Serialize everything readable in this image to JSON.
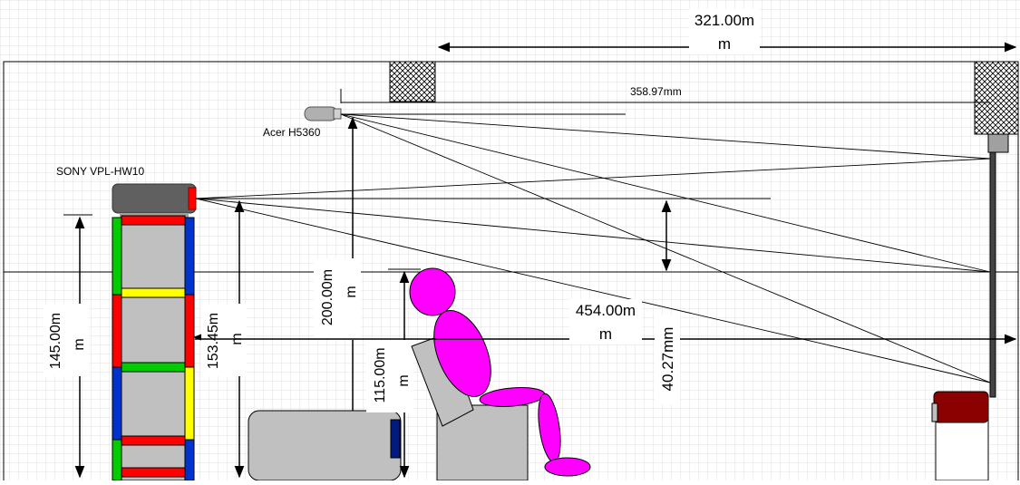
{
  "labels": {
    "projector_sony": "SONY VPL-HW10",
    "projector_acer": "Acer H5360"
  },
  "dimensions": {
    "room_width_line1": "321.00m",
    "room_width_line2": "m",
    "throw_short": "358.97mm",
    "seat_distance_line1": "454.00m",
    "seat_distance_line2": "m",
    "offset": "40.27mm",
    "acer_height_line1": "200.00m",
    "acer_height_line2": "m",
    "sony_lens_height_line1": "153.45m",
    "sony_lens_height_line2": "m",
    "rack_height_line1": "145.00m",
    "rack_height_line2": "m",
    "eye_height_line1": "115.00m",
    "eye_height_line2": "m"
  },
  "colors": {
    "person": "#ff00ff",
    "rack_red": "#ff0000",
    "rack_green": "#00cc00",
    "rack_blue": "#0033cc",
    "rack_yellow": "#ffff00",
    "furniture": "#c0c0c0",
    "speaker": "#8b0000",
    "grid": "#d9d9d9"
  }
}
